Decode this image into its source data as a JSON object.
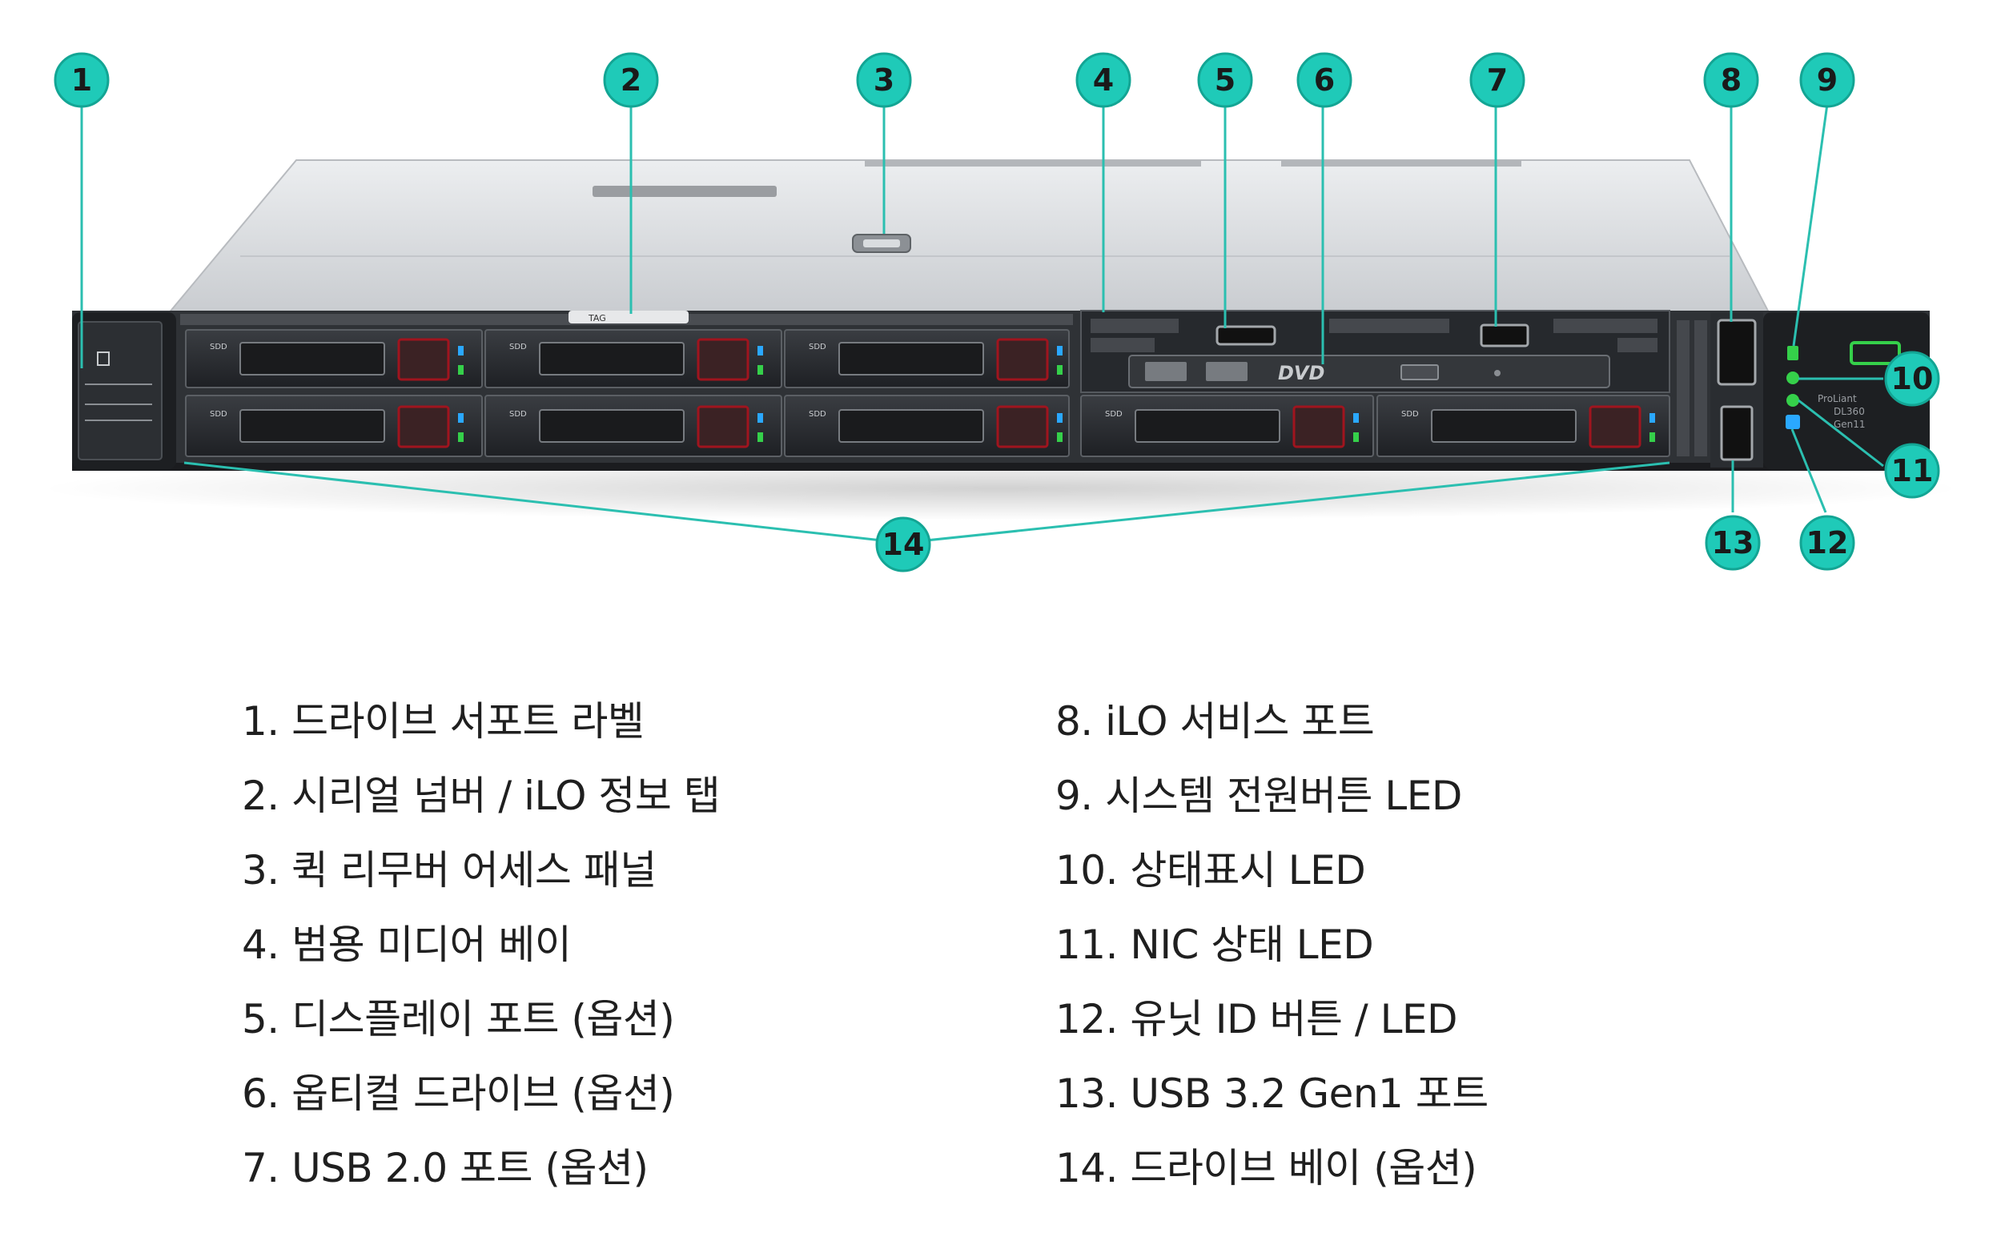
{
  "callouts": [
    "1",
    "2",
    "3",
    "4",
    "5",
    "6",
    "7",
    "8",
    "9",
    "10",
    "11",
    "12",
    "13",
    "14"
  ],
  "panel_text": {
    "drive_label": "SDD",
    "tag": "TAG",
    "dvd": "DVD",
    "proliant": "ProLiant",
    "model": "DL360",
    "gen": "Gen11"
  },
  "legend": {
    "left": [
      "1.  드라이브 서포트 라벨",
      "2.  시리얼 넘버 / iLO 정보 탭",
      "3.  퀵 리무버 어세스 패널",
      "4.  범용 미디어 베이",
      "5.  디스플레이 포트 (옵션)",
      "6.  옵티컬 드라이브 (옵션)",
      "7.  USB 2.0 포트 (옵션)"
    ],
    "right": [
      "8. iLO 서비스 포트",
      "9. 시스템 전원버튼 LED",
      "10. 상태표시 LED",
      "11. NIC 상태 LED",
      "12. 유닛 ID 버튼 / LED",
      "13. USB 3.2 Gen1 포트",
      "14. 드라이브 베이 (옵션)"
    ]
  },
  "colors": {
    "callout": "#1fcab8",
    "callout_border": "#13a594",
    "leader": "#2bbfb0",
    "chassis_top": "#d9dbdd",
    "bezel": "#2b2d30",
    "led_green": "#35d04a",
    "led_blue": "#2aa8ff"
  }
}
